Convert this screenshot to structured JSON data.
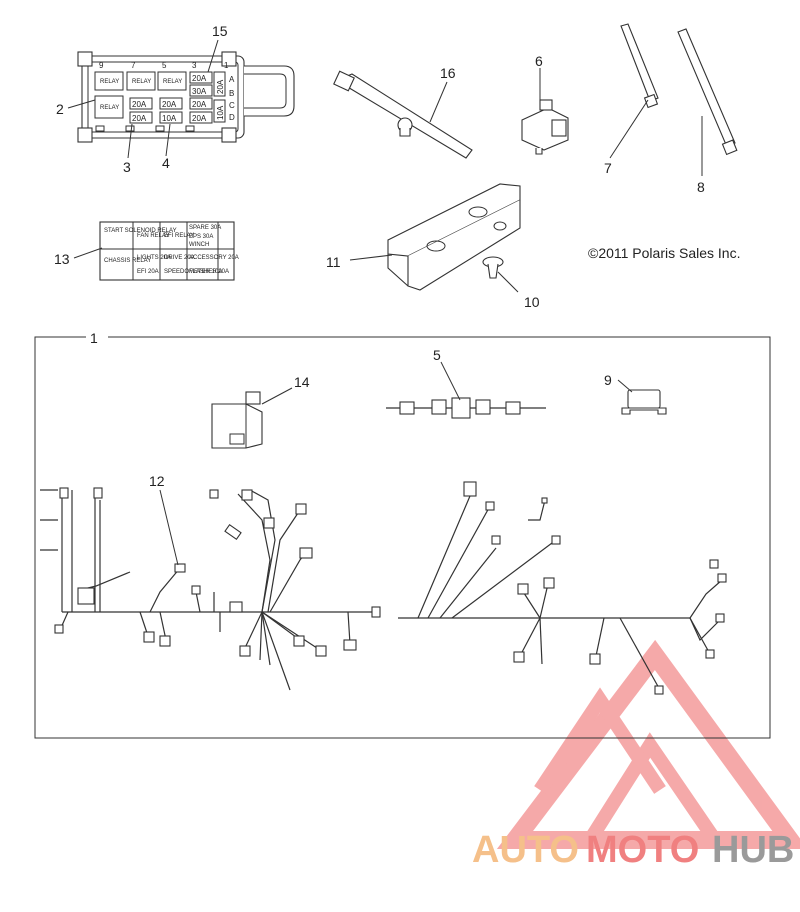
{
  "callouts": [
    "1",
    "2",
    "3",
    "4",
    "5",
    "6",
    "7",
    "8",
    "9",
    "10",
    "11",
    "12",
    "13",
    "14",
    "15",
    "16"
  ],
  "copyright": "©2011 Polaris Sales Inc.",
  "fuse_box": {
    "slot_numbers": [
      "9",
      "7",
      "5",
      "3",
      "1"
    ],
    "relay_label": "RELAY",
    "fuses": [
      "20A",
      "30A",
      "20A",
      "20A",
      "20A",
      "20A",
      "10A",
      "20A",
      "20A",
      "10A"
    ],
    "side_letters": [
      "A",
      "B",
      "C",
      "D"
    ]
  },
  "decal": {
    "cells": [
      "START SOLENOID RELAY",
      "FAN RELAY",
      "EFI RELAY",
      "SPARE 30A",
      "EPS 30A",
      "WINCH",
      "CHASSIS RELAY",
      "LIGHTS 20A",
      "DRIVE 20A",
      "ACCESSORY 20A",
      "EFI 20A",
      "SPEEDOMETER 10A",
      "FLASHER 20A"
    ]
  },
  "watermark": {
    "part1": "AUTO",
    "part2": "MOTO",
    "part3": "HUB",
    "color1": "#f5c08a",
    "color2": "#f08080",
    "color3": "#9a9a9a",
    "triangle_color": "#f5a0a0"
  }
}
